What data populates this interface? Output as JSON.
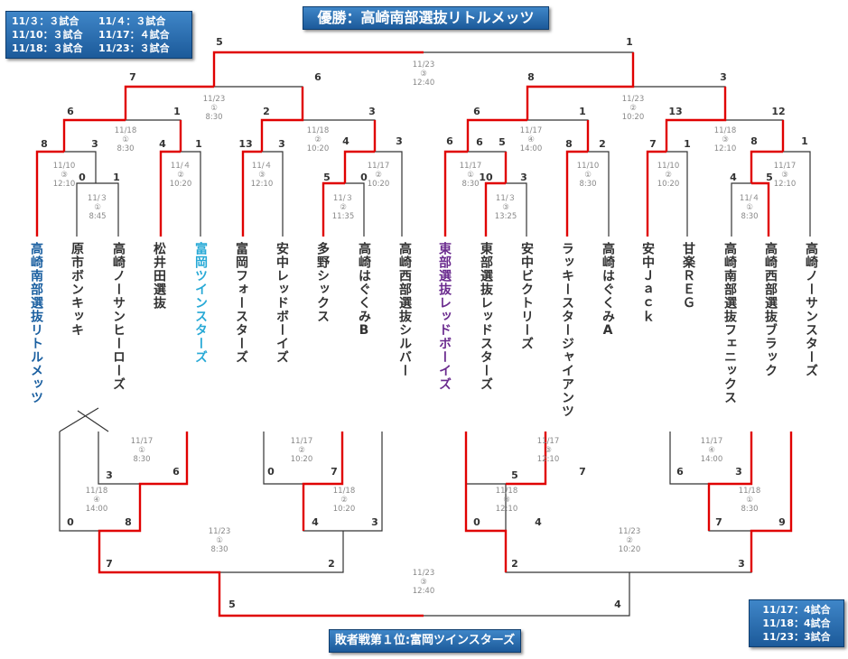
{
  "header": {
    "champion_title": "優勝：高崎南部選抜リトルメッツ"
  },
  "schedule_top": {
    "rows": [
      [
        "11/３：３試合",
        "11/４：３試合"
      ],
      [
        "11/10：３試合",
        "11/17：４試合"
      ],
      [
        "11/18：３試合",
        "11/23：３試合"
      ]
    ]
  },
  "schedule_bottom": {
    "rows": [
      "11/17：4試合",
      "11/18：4試合",
      "11/23：3試合"
    ]
  },
  "footer": {
    "consolation_title": "敗者戦第１位:富岡ツインスターズ"
  },
  "colors": {
    "win_line": "#e00000",
    "line": "#333333",
    "box": "#2a6db3",
    "champion_text": "#1a5fa0",
    "consolation_text": "#27a9d6",
    "runner_up_text": "#6a2a8e"
  },
  "teams": [
    "高崎南部選抜リトルメッツ",
    "原市ボンキッキ",
    "高崎ノーサンヒーローズ",
    "松井田選抜",
    "富岡ツインスターズ",
    "富岡フォースターズ",
    "安中レッドボーイズ",
    "多野シックス",
    "高崎はぐくみB",
    "高崎西部選抜シルバー",
    "東部選抜レッドボーイズ",
    "東部選抜レッドスターズ",
    "安中ビクトリーズ",
    "ラッキースタージャイアンツ",
    "高崎はぐくみA",
    "安中Ｊａｃｋ",
    "甘楽ＲＥＧ",
    "高崎南部選抜フェニックス",
    "高崎西部選抜ブラック",
    "高崎ノーサンスターズ"
  ],
  "scores": [
    "0",
    "1",
    "8",
    "3",
    "4",
    "1",
    "13",
    "3",
    "5",
    "0",
    "4",
    "3",
    "6",
    "10",
    "3",
    "6",
    "5",
    "8",
    "2",
    "7",
    "1",
    "4",
    "5",
    "8",
    "1",
    "6",
    "1",
    "2",
    "3",
    "6",
    "1",
    "13",
    "12",
    "7",
    "6",
    "8",
    "3",
    "5",
    "1",
    "3",
    "6",
    "0",
    "7",
    "0",
    "8",
    "4",
    "3",
    "5",
    "7",
    "6",
    "3",
    "0",
    "4",
    "7",
    "9",
    "7",
    "2",
    "2",
    "3",
    "5",
    "4"
  ],
  "matches": [
    {
      "date": "11/３",
      "no": "①",
      "time": "8:45"
    },
    {
      "date": "11/10",
      "no": "③",
      "time": "12:10"
    },
    {
      "date": "11/18",
      "no": "①",
      "time": "8:30"
    },
    {
      "date": "11/４",
      "no": "②",
      "time": "10:20"
    },
    {
      "date": "11/４",
      "no": "③",
      "time": "12:10"
    },
    {
      "date": "11/３",
      "no": "②",
      "time": "11:35"
    },
    {
      "date": "11/17",
      "no": "②",
      "time": "10:20"
    },
    {
      "date": "11/18",
      "no": "②",
      "time": "10:20"
    },
    {
      "date": "11/23",
      "no": "①",
      "time": "8:30"
    },
    {
      "date": "11/17",
      "no": "①",
      "time": "8:30"
    },
    {
      "date": "11/３",
      "no": "③",
      "time": "13:25"
    },
    {
      "date": "11/17",
      "no": "④",
      "time": "14:00"
    },
    {
      "date": "11/10",
      "no": "①",
      "time": "8:30"
    },
    {
      "date": "11/10",
      "no": "②",
      "time": "10:20"
    },
    {
      "date": "11/４",
      "no": "①",
      "time": "8:30"
    },
    {
      "date": "11/17",
      "no": "③",
      "time": "12:10"
    },
    {
      "date": "11/18",
      "no": "③",
      "time": "12:10"
    },
    {
      "date": "11/23",
      "no": "②",
      "time": "10:20"
    },
    {
      "date": "11/23",
      "no": "③",
      "time": "12:40"
    },
    {
      "date": "11/17",
      "no": "①",
      "time": "8:30"
    },
    {
      "date": "11/18",
      "no": "④",
      "time": "14:00"
    },
    {
      "date": "11/17",
      "no": "②",
      "time": "10:20"
    },
    {
      "date": "11/18",
      "no": "②",
      "time": "10:20"
    },
    {
      "date": "11/23",
      "no": "①",
      "time": "8:30"
    },
    {
      "date": "11/17",
      "no": "③",
      "time": "12:10"
    },
    {
      "date": "11/18",
      "no": "③",
      "time": "12:10"
    },
    {
      "date": "11/17",
      "no": "④",
      "time": "14:00"
    },
    {
      "date": "11/18",
      "no": "①",
      "time": "8:30"
    },
    {
      "date": "11/23",
      "no": "②",
      "time": "10:20"
    },
    {
      "date": "11/23",
      "no": "③",
      "time": "12:40"
    }
  ]
}
